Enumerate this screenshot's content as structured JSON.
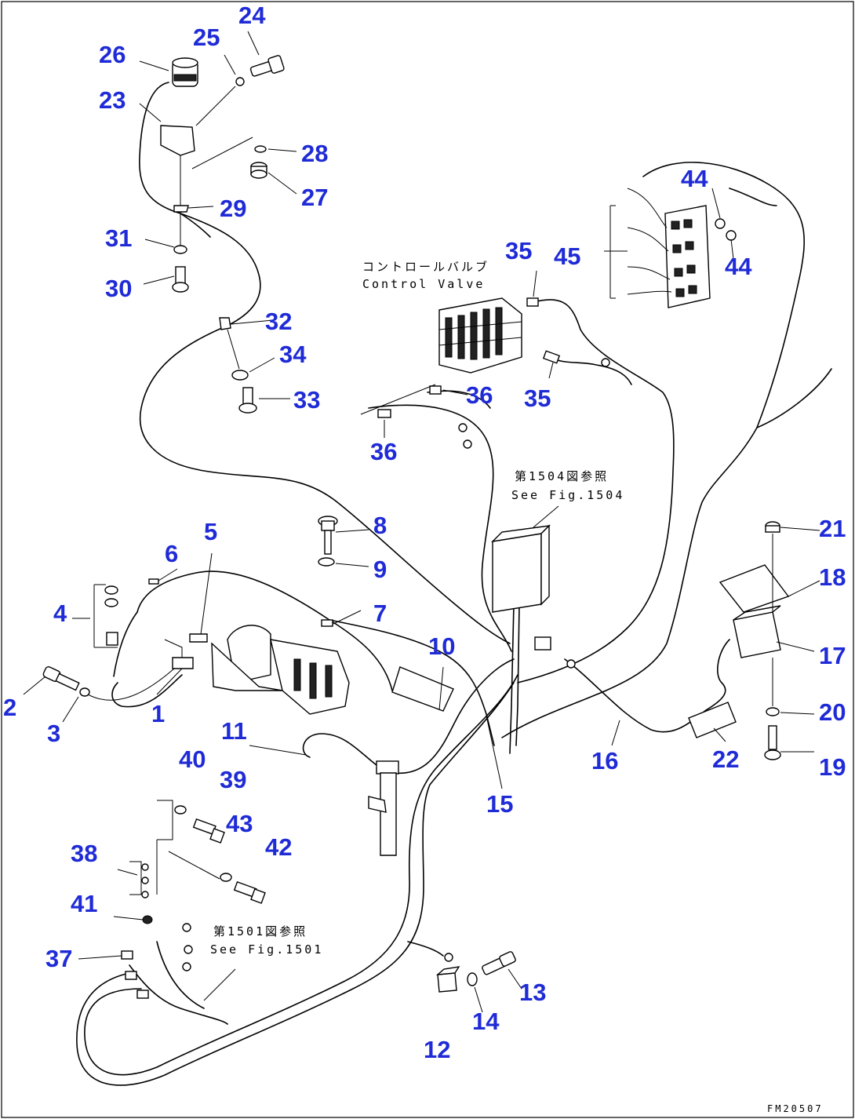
{
  "drawing_code": "FM20507",
  "notes": {
    "control_valve_jp": "コントロールバルブ",
    "control_valve_en": "Control Valve",
    "see_1504_jp": "第1504図参照",
    "see_1504_en": "See Fig.1504",
    "see_1501_jp": "第1501図参照",
    "see_1501_en": "See Fig.1501"
  },
  "callouts": [
    "1",
    "2",
    "3",
    "4",
    "5",
    "6",
    "7",
    "8",
    "9",
    "10",
    "11",
    "12",
    "13",
    "14",
    "15",
    "16",
    "17",
    "18",
    "19",
    "20",
    "21",
    "22",
    "23",
    "24",
    "25",
    "26",
    "27",
    "28",
    "29",
    "30",
    "31",
    "32",
    "33",
    "34",
    "35",
    "35",
    "36",
    "36",
    "37",
    "38",
    "39",
    "40",
    "41",
    "42",
    "43",
    "44",
    "44",
    "45"
  ]
}
